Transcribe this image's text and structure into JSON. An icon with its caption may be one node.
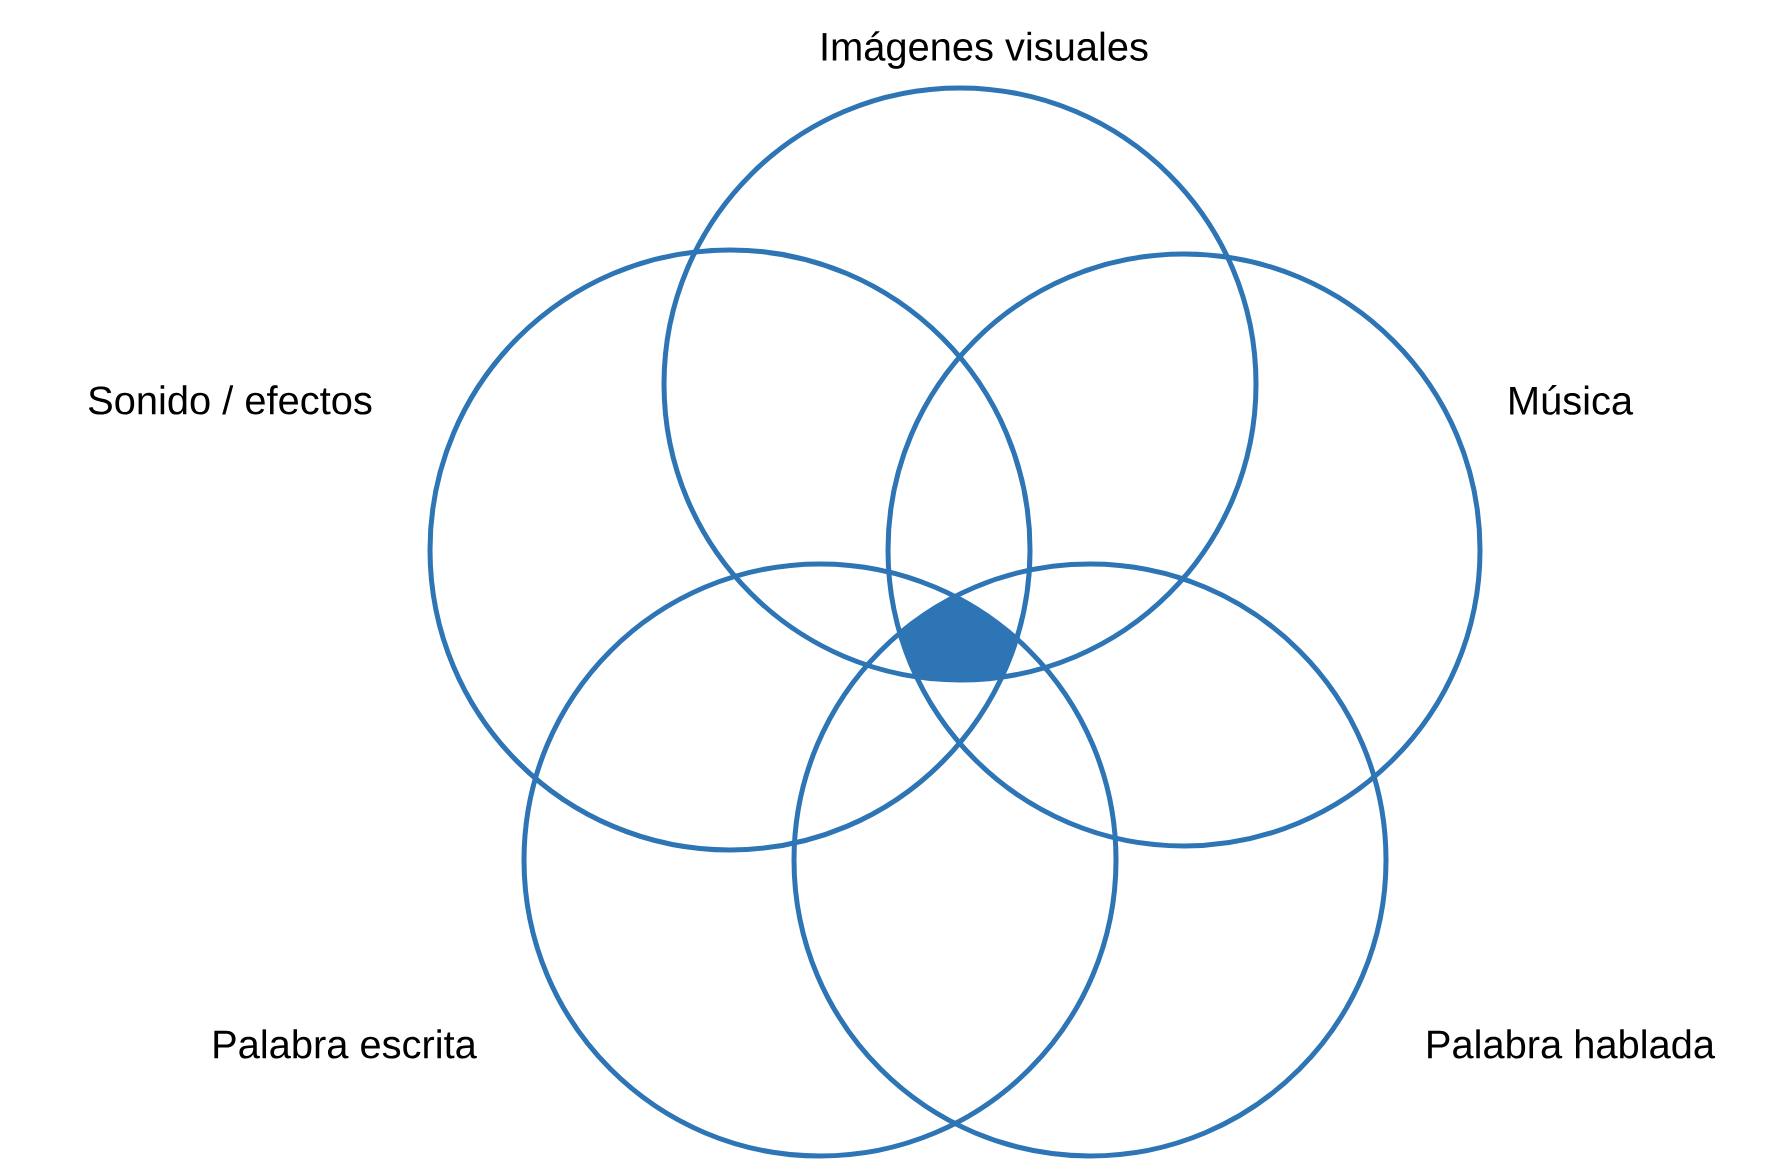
{
  "diagram": {
    "nodes": [
      {
        "text": [
          "Imágenes visuales"
        ]
      },
      {
        "text": [
          "Sonido / efectos"
        ]
      },
      {
        "text": [
          "Música"
        ]
      },
      {
        "text": [
          "Palabra escrita"
        ]
      },
      {
        "text": [
          "Palabra hablada"
        ]
      }
    ]
  }
}
